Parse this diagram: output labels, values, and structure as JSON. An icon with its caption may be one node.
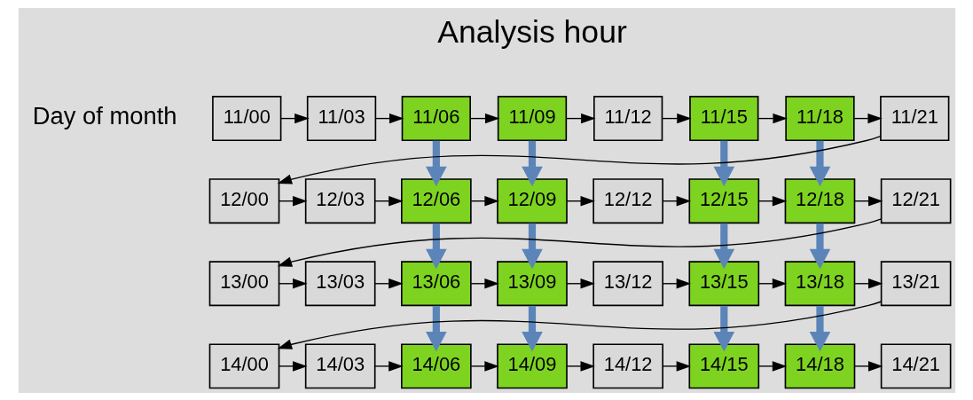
{
  "diagram": {
    "nodes": [
      {
        "text": [
          "11/00"
        ]
      },
      {
        "text": [
          "11/03"
        ]
      },
      {
        "text": [
          "11/06"
        ]
      },
      {
        "text": [
          "11/09"
        ]
      },
      {
        "text": [
          "11/12"
        ]
      },
      {
        "text": [
          "11/15"
        ]
      },
      {
        "text": [
          "11/18"
        ]
      },
      {
        "text": [
          "11/21"
        ]
      },
      {
        "text": [
          "12/00"
        ]
      },
      {
        "text": [
          "12/03"
        ]
      },
      {
        "text": [
          "12/06"
        ]
      },
      {
        "text": [
          "12/09"
        ]
      },
      {
        "text": [
          "12/12"
        ]
      },
      {
        "text": [
          "12/15"
        ]
      },
      {
        "text": [
          "12/18"
        ]
      },
      {
        "text": [
          "12/21"
        ]
      },
      {
        "text": [
          "13/00"
        ]
      },
      {
        "text": [
          "13/03"
        ]
      },
      {
        "text": [
          "13/06"
        ]
      },
      {
        "text": [
          "13/09"
        ]
      },
      {
        "text": [
          "13/12"
        ]
      },
      {
        "text": [
          "13/15"
        ]
      },
      {
        "text": [
          "13/18"
        ]
      },
      {
        "text": [
          "13/21"
        ]
      },
      {
        "text": [
          "14/00"
        ]
      },
      {
        "text": [
          "14/03"
        ]
      },
      {
        "text": [
          "14/06"
        ]
      },
      {
        "text": [
          "14/09"
        ]
      },
      {
        "text": [
          "14/12"
        ]
      },
      {
        "text": [
          "14/15"
        ]
      },
      {
        "text": [
          "14/18"
        ]
      },
      {
        "text": [
          "14/21"
        ]
      }
    ],
    "edges": [
      {
        "from": 0,
        "to": 1,
        "arrow": "to"
      },
      {
        "from": 1,
        "to": 2,
        "arrow": "to"
      },
      {
        "from": 2,
        "to": 3,
        "arrow": "to"
      },
      {
        "from": 3,
        "to": 4,
        "arrow": "to"
      },
      {
        "from": 4,
        "to": 5,
        "arrow": "to"
      },
      {
        "from": 5,
        "to": 6,
        "arrow": "to"
      },
      {
        "from": 6,
        "to": 7,
        "arrow": "to"
      },
      {
        "from": 7,
        "to": 8,
        "arrow": "to"
      },
      {
        "from": 8,
        "to": 9,
        "arrow": "to"
      },
      {
        "from": 9,
        "to": 10,
        "arrow": "to"
      },
      {
        "from": 10,
        "to": 11,
        "arrow": "to"
      },
      {
        "from": 11,
        "to": 12,
        "arrow": "to"
      },
      {
        "from": 12,
        "to": 13,
        "arrow": "to"
      },
      {
        "from": 13,
        "to": 14,
        "arrow": "to"
      },
      {
        "from": 14,
        "to": 15,
        "arrow": "to"
      },
      {
        "from": 15,
        "to": 16,
        "arrow": "to"
      },
      {
        "from": 16,
        "to": 17,
        "arrow": "to"
      },
      {
        "from": 17,
        "to": 18,
        "arrow": "to"
      },
      {
        "from": 18,
        "to": 19,
        "arrow": "to"
      },
      {
        "from": 19,
        "to": 20,
        "arrow": "to"
      },
      {
        "from": 20,
        "to": 21,
        "arrow": "to"
      },
      {
        "from": 21,
        "to": 22,
        "arrow": "to"
      },
      {
        "from": 22,
        "to": 23,
        "arrow": "to"
      },
      {
        "from": 23,
        "to": 24,
        "arrow": "to"
      },
      {
        "from": 24,
        "to": 25,
        "arrow": "to"
      },
      {
        "from": 25,
        "to": 26,
        "arrow": "to"
      },
      {
        "from": 26,
        "to": 27,
        "arrow": "to"
      },
      {
        "from": 27,
        "to": 28,
        "arrow": "to"
      },
      {
        "from": 28,
        "to": 29,
        "arrow": "to"
      },
      {
        "from": 29,
        "to": 30,
        "arrow": "to"
      },
      {
        "from": 30,
        "to": 31,
        "arrow": "to"
      },
      {
        "from": 2,
        "to": 10,
        "arrow": "to",
        "style": "thick",
        "color": "#5b85b8"
      },
      {
        "from": 3,
        "to": 11,
        "arrow": "to",
        "style": "thick",
        "color": "#5b85b8"
      },
      {
        "from": 5,
        "to": 13,
        "arrow": "to",
        "style": "thick",
        "color": "#5b85b8"
      },
      {
        "from": 6,
        "to": 14,
        "arrow": "to",
        "style": "thick",
        "color": "#5b85b8"
      },
      {
        "from": 10,
        "to": 18,
        "arrow": "to",
        "style": "thick",
        "color": "#5b85b8"
      },
      {
        "from": 11,
        "to": 19,
        "arrow": "to",
        "style": "thick",
        "color": "#5b85b8"
      },
      {
        "from": 13,
        "to": 21,
        "arrow": "to",
        "style": "thick",
        "color": "#5b85b8"
      },
      {
        "from": 14,
        "to": 22,
        "arrow": "to",
        "style": "thick",
        "color": "#5b85b8"
      },
      {
        "from": 18,
        "to": 26,
        "arrow": "to",
        "style": "thick",
        "color": "#5b85b8"
      },
      {
        "from": 19,
        "to": 27,
        "arrow": "to",
        "style": "thick",
        "color": "#5b85b8"
      },
      {
        "from": 21,
        "to": 29,
        "arrow": "to",
        "style": "thick",
        "color": "#5b85b8"
      },
      {
        "from": 22,
        "to": 30,
        "arrow": "to",
        "style": "thick",
        "color": "#5b85b8"
      }
    ],
    "labels": [
      "Analysis hour",
      "Day of month"
    ]
  }
}
